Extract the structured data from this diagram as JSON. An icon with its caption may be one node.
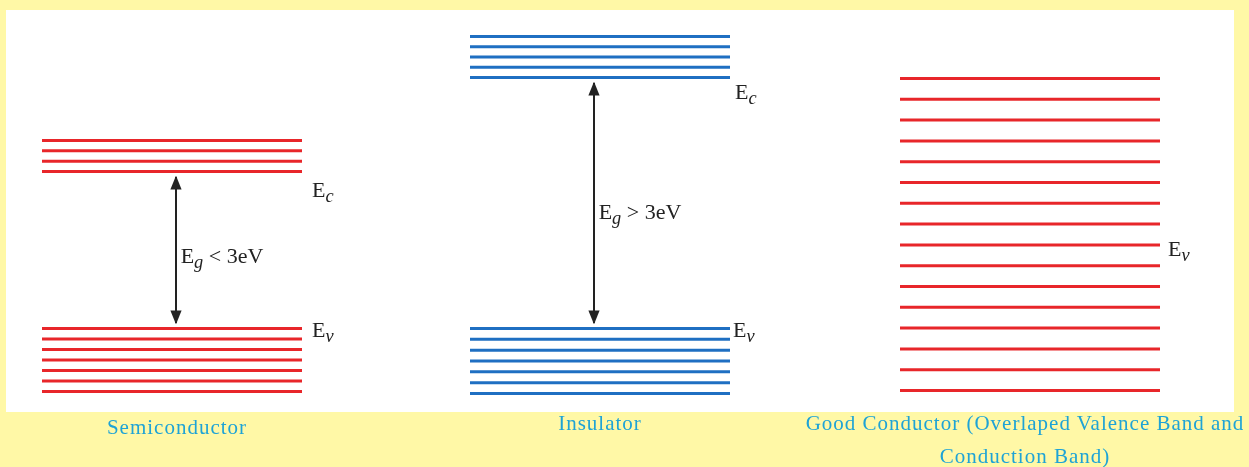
{
  "diagram": {
    "nodes": [
      {
        "text": [],
        "shape": "bar",
        "beside": [
          "E$_{c}$"
        ]
      },
      {
        "text": [],
        "shape": "bar",
        "beside": [
          "E$_{v}$",
          "Semiconductor"
        ]
      },
      {
        "text": [],
        "shape": "bar",
        "beside": [
          "E$_{c}$"
        ]
      },
      {
        "text": [],
        "shape": "bar",
        "beside": [
          "E$_{v}$",
          "Insulator"
        ]
      },
      {
        "text": [],
        "shape": "bar",
        "beside": [
          "E$_{v}$",
          "Good Conductor (Overlaped Valence Band and Conduction Band)"
        ]
      }
    ],
    "edges": [
      {
        "from": 0,
        "to": 1,
        "arrow": "both",
        "label": "E$_{g}$ < 3eV"
      },
      {
        "from": 2,
        "to": 3,
        "arrow": "both",
        "label": "E$_{g}$ > 3eV"
      }
    ]
  }
}
